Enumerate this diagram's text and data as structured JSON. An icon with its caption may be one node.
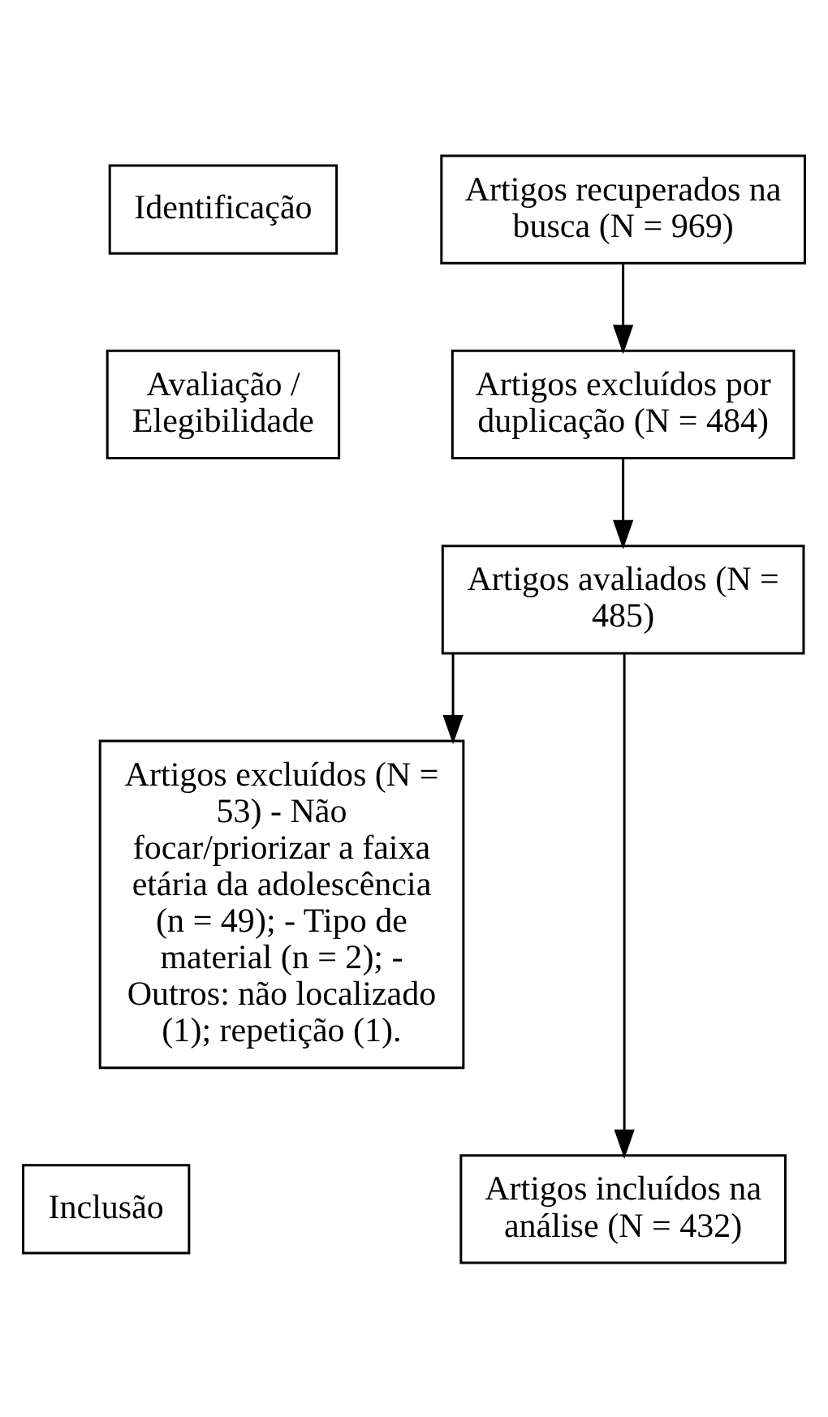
{
  "diagram": {
    "nodes": [
      {
        "text": [
          "Identificação"
        ]
      },
      {
        "text": [
          "Avaliação / Elegibilidade"
        ]
      },
      {
        "text": [
          "Inclusão"
        ]
      },
      {
        "text": [
          "Artigos recuperados na busca (N = 969)"
        ]
      },
      {
        "text": [
          "Artigos excluídos por duplicação (N = 484)"
        ]
      },
      {
        "text": [
          "Artigos avaliados (N = 485)"
        ]
      },
      {
        "text": [
          "Artigos excluídos (N = 53) - Não focar/priorizar a faixa etária da adolescência (n = 49); - Tipo de material (n = 2); - Outros: não localizado (1); repetição (1)."
        ]
      },
      {
        "text": [
          "Artigos incluídos na análise (N = 432)"
        ]
      }
    ],
    "edges": [
      {
        "from": 3,
        "to": 4,
        "arrow": "to"
      },
      {
        "from": 4,
        "to": 5,
        "arrow": "to"
      },
      {
        "from": 5,
        "to": 6,
        "arrow": "to"
      },
      {
        "from": 5,
        "to": 7,
        "arrow": "to"
      }
    ]
  }
}
